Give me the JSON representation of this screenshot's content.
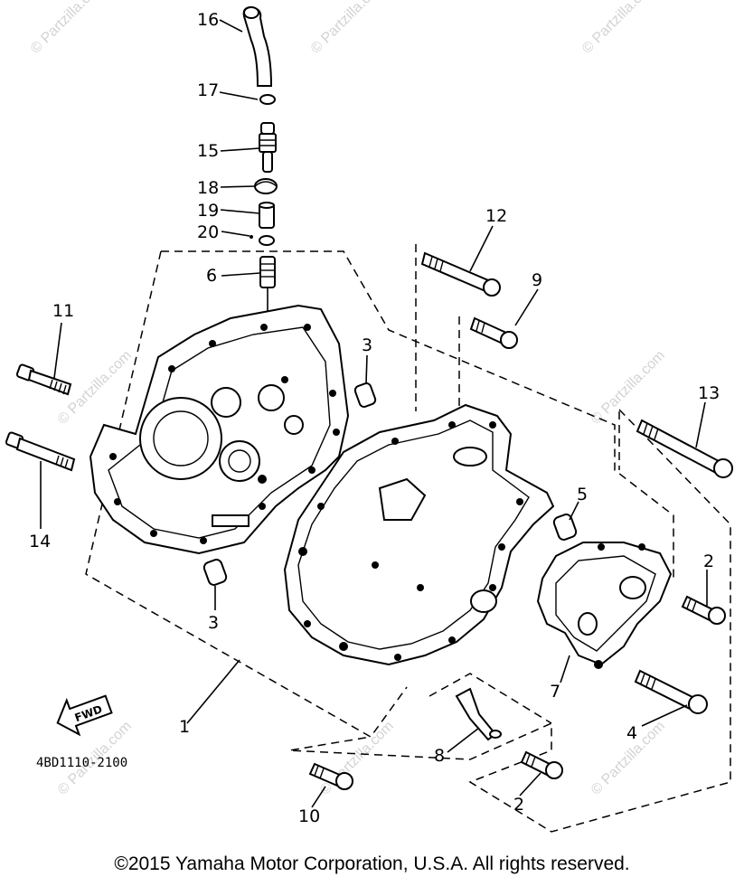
{
  "callouts": {
    "c1": "1",
    "c2a": "2",
    "c2b": "2",
    "c3a": "3",
    "c3b": "3",
    "c4": "4",
    "c5": "5",
    "c6": "6",
    "c7": "7",
    "c8": "8",
    "c9": "9",
    "c10": "10",
    "c11": "11",
    "c12": "12",
    "c13": "13",
    "c14": "14",
    "c15": "15",
    "c16": "16",
    "c17": "17",
    "c18": "18",
    "c19": "19",
    "c20": "20"
  },
  "fwd_label": "FWD",
  "doc_number": "4BD1110-2100",
  "watermark": "© Partzilla.com",
  "footer": "©2015  Yamaha Motor Corporation, U.S.A. All rights reserved."
}
